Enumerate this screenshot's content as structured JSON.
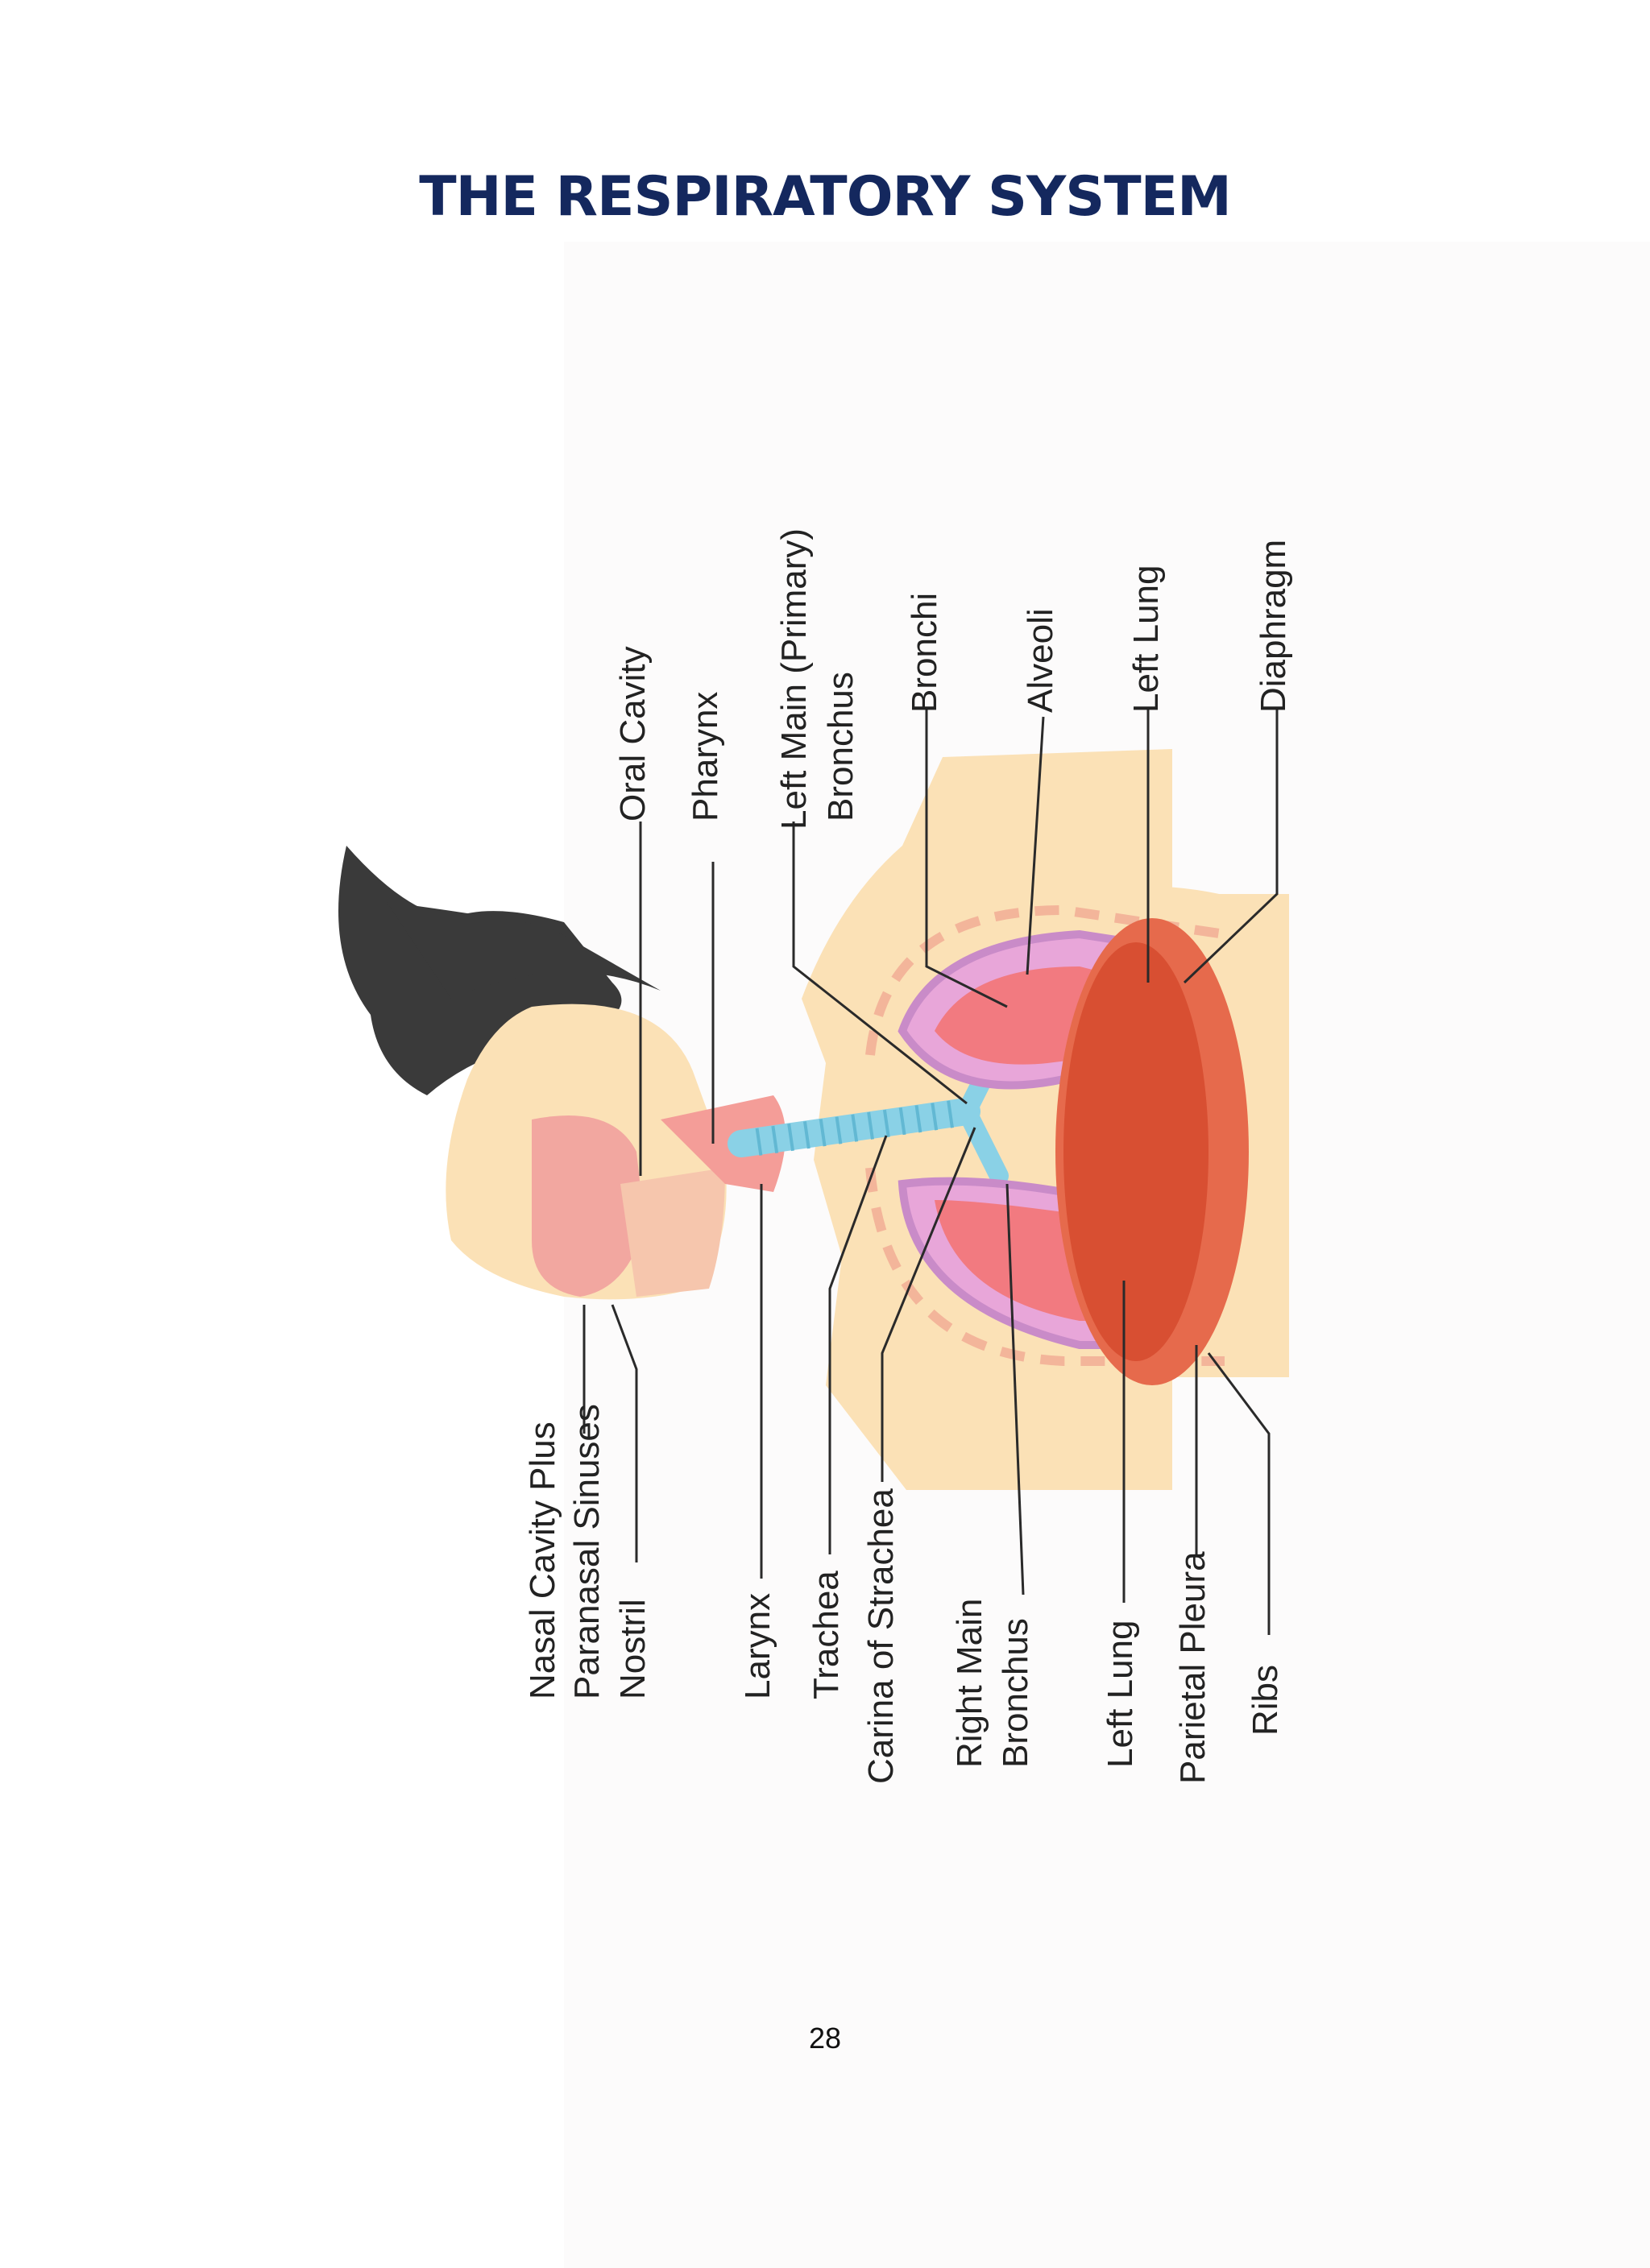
{
  "page": {
    "title": "THE RESPIRATORY SYSTEM",
    "page_number": "28"
  },
  "labels": {
    "oral_cavity": "Oral Cavity",
    "pharynx": "Pharynx",
    "left_main_bronchus_1": "Left Main (Primary)",
    "left_main_bronchus_2": "Bronchus",
    "bronchi": "Bronchi",
    "alveoli": "Alveoli",
    "left_lung_top": "Left Lung",
    "diaphragm": "Diaphragm",
    "nasal_1": "Nasal Cavity Plus",
    "nasal_2": "Paranasal Sinuses",
    "nostril": "Nostril",
    "larynx": "Larynx",
    "trachea": "Trachea",
    "carina": "Carina  of Strachea",
    "right_main_bronchus_1": "Right Main",
    "right_main_bronchus_2": "Bronchus",
    "left_lung_bottom": "Left Lung",
    "parietal_pleura": "Parietal Pleura",
    "ribs": "Ribs"
  }
}
